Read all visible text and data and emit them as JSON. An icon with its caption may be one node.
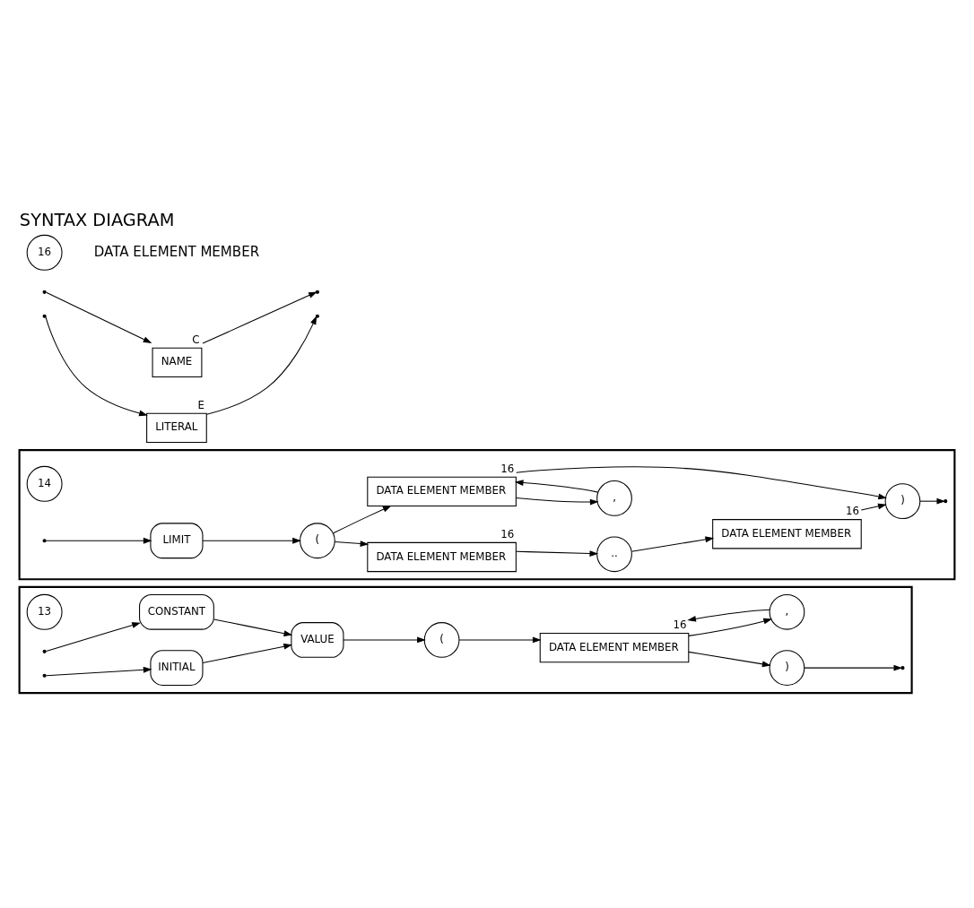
{
  "diagram": {
    "title": "SYNTAX DIAGRAM",
    "nodes": [
      {
        "text": [],
        "shape": "box"
      },
      {
        "text": [
          "13"
        ],
        "in": 0
      },
      {
        "text": [
          "CONSTANT"
        ],
        "in": 0
      },
      {
        "text": [
          "INITIAL"
        ],
        "in": 0
      },
      {
        "text": [
          "VALUE"
        ],
        "in": 0
      },
      {
        "text": [
          "("
        ],
        "in": 0
      },
      {
        "text": [
          "DATA ELEMENT MEMBER"
        ],
        "in": 0,
        "beside": [
          "16"
        ]
      },
      {
        "text": [
          ")"
        ],
        "in": 0
      },
      {
        "text": [
          ","
        ],
        "in": 0
      },
      {
        "text": [],
        "shape": "box"
      },
      {
        "text": [
          "14"
        ],
        "in": 9
      },
      {
        "text": [
          "LIMIT"
        ],
        "in": 9
      },
      {
        "text": [
          "("
        ],
        "in": 9
      },
      {
        "text": [
          "DATA ELEMENT MEMBER"
        ],
        "in": 9,
        "beside": [
          "16"
        ]
      },
      {
        "text": [
          ".."
        ],
        "in": 9
      },
      {
        "text": [
          "DATA ELEMENT MEMBER"
        ],
        "in": 9,
        "beside": [
          "16"
        ]
      },
      {
        "text": [
          "DATA ELEMENT MEMBER"
        ],
        "in": 9,
        "beside": [
          "16"
        ]
      },
      {
        "text": [
          ","
        ],
        "in": 9
      },
      {
        "text": [
          ")"
        ],
        "in": 9
      },
      {
        "text": [
          "NAME"
        ],
        "beside": [
          "C"
        ]
      },
      {
        "text": [
          "LITERAL"
        ],
        "beside": [
          "E"
        ]
      },
      {
        "text": [
          "16"
        ]
      }
    ],
    "edges": [
      {
        "from": null,
        "to": 2,
        "arrow": "to"
      },
      {
        "from": null,
        "to": 3,
        "arrow": "to"
      },
      {
        "from": 2,
        "to": 4,
        "arrow": "to"
      },
      {
        "from": 3,
        "to": 4,
        "arrow": "to"
      },
      {
        "from": 4,
        "to": 5,
        "arrow": "to"
      },
      {
        "from": 5,
        "to": 6,
        "arrow": "to"
      },
      {
        "from": 6,
        "to": 7,
        "arrow": "to"
      },
      {
        "from": 6,
        "to": 8,
        "arrow": "to"
      },
      {
        "from": 8,
        "to": 6,
        "arrow": "to"
      },
      {
        "from": 7,
        "to": null,
        "arrow": "to"
      },
      {
        "from": null,
        "to": 11,
        "arrow": "to"
      },
      {
        "from": 11,
        "to": 12,
        "arrow": "to"
      },
      {
        "from": 12,
        "to": 13,
        "arrow": "to"
      },
      {
        "from": 13,
        "to": 14,
        "arrow": "to"
      },
      {
        "from": 14,
        "to": 15,
        "arrow": "to"
      },
      {
        "from": 15,
        "to": 18,
        "arrow": "to"
      },
      {
        "from": 12,
        "to": 16,
        "arrow": "to"
      },
      {
        "from": 16,
        "to": 18,
        "arrow": "to"
      },
      {
        "from": 16,
        "to": 17,
        "arrow": "to"
      },
      {
        "from": 17,
        "to": 16,
        "arrow": "to"
      },
      {
        "from": 18,
        "to": null,
        "arrow": "to"
      },
      {
        "from": 19,
        "to": null,
        "arrow": "to"
      },
      {
        "from": 20,
        "to": null,
        "arrow": "to"
      },
      {
        "from": null,
        "to": 19,
        "arrow": "to"
      },
      {
        "from": null,
        "to": 20,
        "arrow": "to"
      }
    ],
    "labels": [
      "DATA ELEMENT MEMBER"
    ]
  }
}
